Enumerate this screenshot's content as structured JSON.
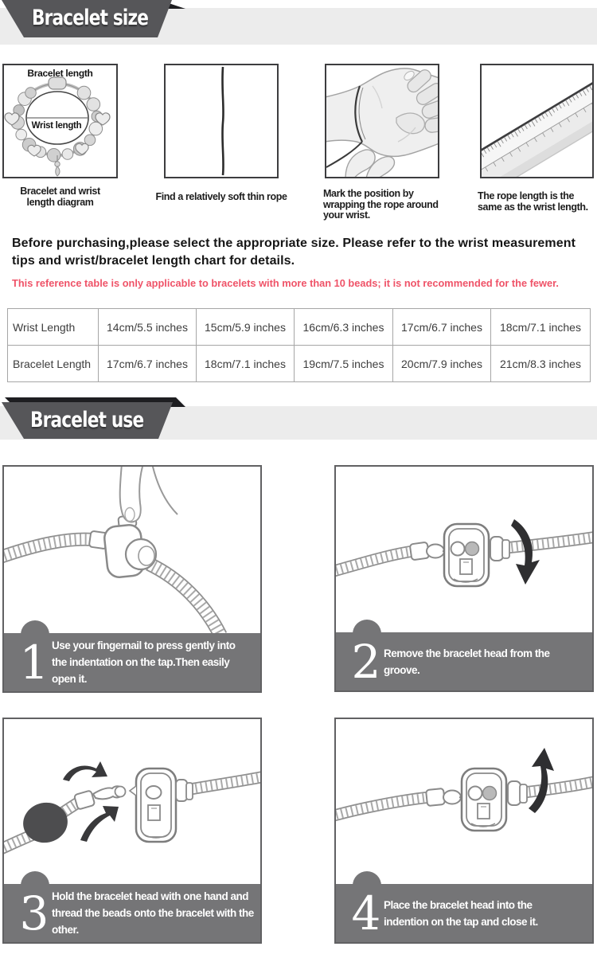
{
  "header_size": {
    "title": "Bracelet size"
  },
  "header_use": {
    "title": "Bracelet use"
  },
  "colors": {
    "ribbon_gray": "#565659",
    "ribbon_fold_black": "#1e1e21",
    "band_gray": "#efefef",
    "note_red": "#ef5368",
    "caption_bar_gray": "#757577"
  },
  "measure_steps": [
    {
      "image": "bracelet-and-wrist-length-diagram",
      "label_top": "Bracelet length",
      "label_center": "Wrist length",
      "caption": "Bracelet and wrist\nlength diagram"
    },
    {
      "image": "soft-thin-rope",
      "caption": "Find a relatively soft thin rope"
    },
    {
      "image": "wrap-rope-around-wrist",
      "caption": "Mark the position by\nwrapping the rope around\nyour wrist."
    },
    {
      "image": "ruler-measuring-rope",
      "caption": "The rope length is the\nsame as the wrist length."
    }
  ],
  "purchase_note": "Before purchasing,please select the appropriate size. Please refer to the wrist measurement\ntips and wrist/bracelet length chart for details.",
  "table_note": "This reference table is only applicable to bracelets with more than 10 beads; it is not recommended for the fewer.",
  "size_table": {
    "rows": [
      [
        "Wrist Length",
        "14cm/5.5 inches",
        "15cm/5.9 inches",
        "16cm/6.3 inches",
        "17cm/6.7 inches",
        "18cm/7.1 inches"
      ],
      [
        "Bracelet Length",
        "17cm/6.7 inches",
        "18cm/7.1 inches",
        "19cm/7.5 inches",
        "20cm/7.9 inches",
        "21cm/8.3 inches"
      ]
    ]
  },
  "use_steps": [
    {
      "number": "1",
      "text": "Use your fingernail to press gently into\nthe indentation on the tap.Then easily\nopen it."
    },
    {
      "number": "2",
      "text": "Remove the bracelet head from the\ngroove."
    },
    {
      "number": "3",
      "text": "Hold the bracelet head with one hand and\nthread the beads onto the bracelet with the\nother."
    },
    {
      "number": "4",
      "text": "Place the bracelet head into the\nindention on the tap and close it."
    }
  ]
}
